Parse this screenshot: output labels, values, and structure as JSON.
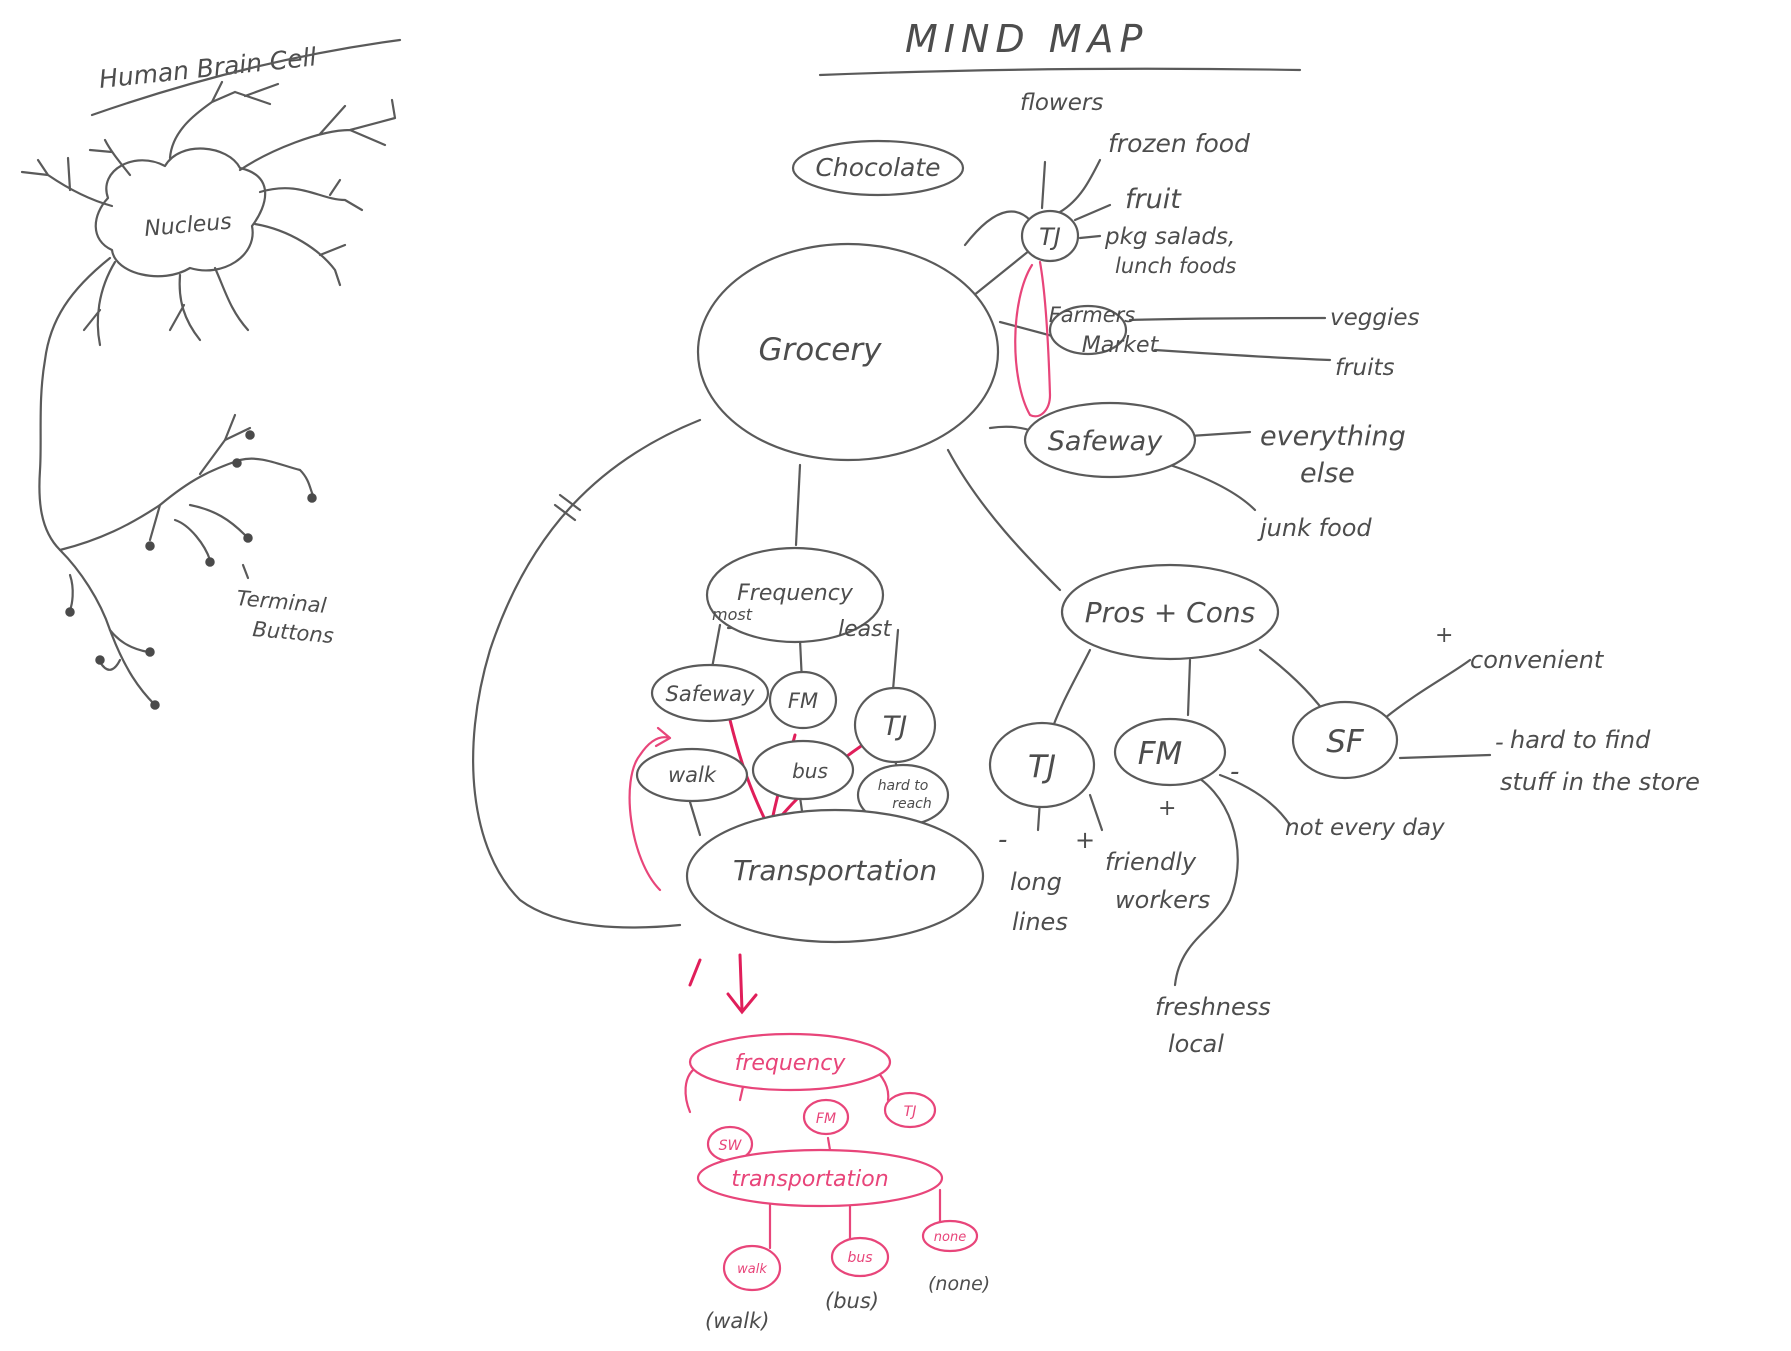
{
  "colors": {
    "pencil": "#5a5a5a",
    "pencil_text": "#4d4d4d",
    "red_pencil": "#e8457a",
    "red_marker": "#e01e5a",
    "paper": "#ffffff"
  },
  "brain_cell": {
    "title": "Human Brain Cell",
    "nucleus_label": "Nucleus",
    "terminal_label_1": "Terminal",
    "terminal_label_2": "Buttons"
  },
  "mind_map": {
    "title": "MIND MAP",
    "center": "Grocery",
    "chocolate": "Chocolate",
    "tj_store": {
      "label": "TJ",
      "items": [
        "flowers",
        "frozen food",
        "fruit",
        "pkg salads,",
        "lunch foods"
      ]
    },
    "farmers_market": {
      "label_1": "Farmers",
      "label_2": "Market",
      "items": [
        "veggies",
        "fruits"
      ]
    },
    "safeway": {
      "label": "Safeway",
      "items": [
        "everything",
        "else",
        "junk food"
      ]
    },
    "frequency": {
      "label": "Frequency",
      "most": "most",
      "least": "least",
      "stores": [
        "Safeway",
        "FM",
        "TJ"
      ]
    },
    "transport_modes": [
      "walk",
      "bus",
      "hard to",
      "reach"
    ],
    "transportation": "Transportation",
    "pros_cons": {
      "label": "Pros + Cons",
      "tj": {
        "label": "TJ",
        "minus": "-",
        "minus_text_1": "long",
        "minus_text_2": "lines",
        "plus": "+",
        "plus_text_1": "friendly",
        "plus_text_2": "workers"
      },
      "fm": {
        "label": "FM",
        "minus": "-",
        "minus_text": "not every day",
        "plus": "+",
        "plus_text_1": "freshness",
        "plus_text_2": "local"
      },
      "sf": {
        "label": "SF",
        "plus": "+",
        "plus_text": "convenient",
        "minus": "-",
        "minus_text_1": "hard to find",
        "minus_text_2": "stuff in the store"
      }
    },
    "redraft": {
      "frequency": "frequency",
      "stores": [
        "SW",
        "FM",
        "TJ"
      ],
      "transportation": "transportation",
      "modes_short": [
        "walk",
        "bus",
        "none"
      ],
      "modes_caption": [
        "(walk)",
        "(bus)",
        "(none)"
      ]
    }
  }
}
